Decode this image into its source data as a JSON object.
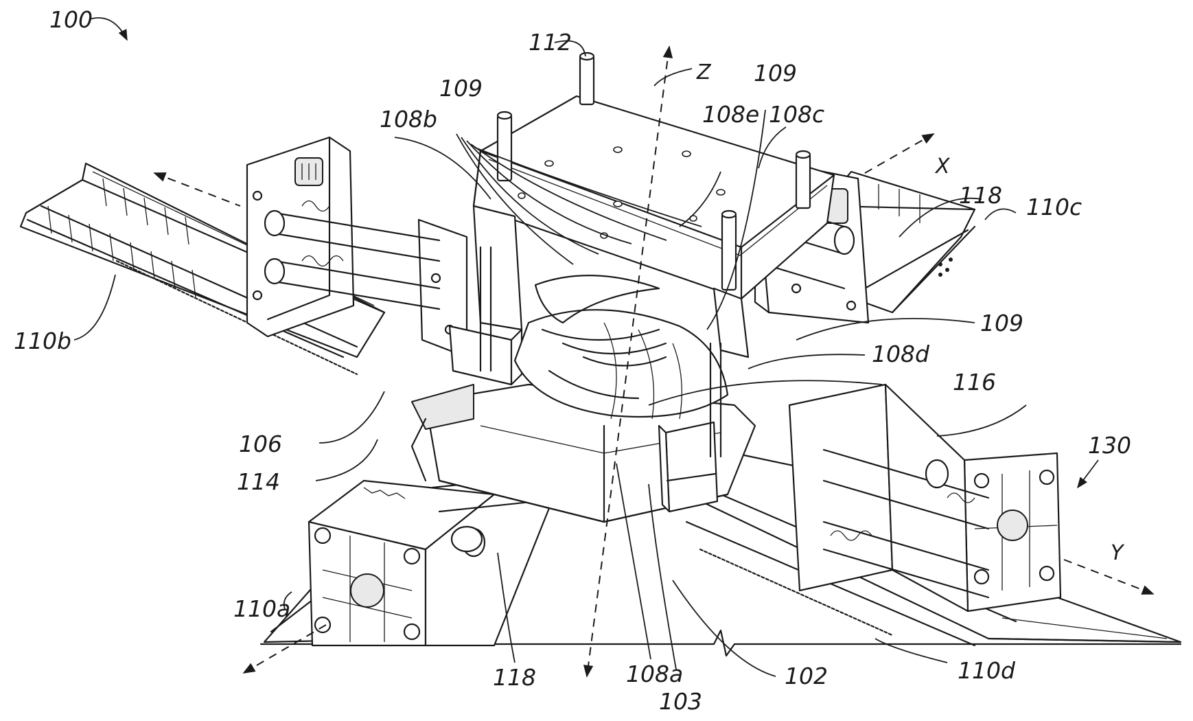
{
  "figure": {
    "ref_main": "100",
    "labels": {
      "l112": "112",
      "l109_top_left": "109",
      "l109_top_right": "109",
      "l109_right": "109",
      "l108b": "108b",
      "l108e": "108e",
      "l108c": "108c",
      "l108d": "108d",
      "l108a": "108a",
      "l110a": "110a",
      "l110b": "110b",
      "l110c": "110c",
      "l110d": "110d",
      "l118_top": "118",
      "l118_bottom": "118",
      "l116": "116",
      "l130": "130",
      "l106": "106",
      "l114": "114",
      "l103": "103",
      "l102": "102"
    },
    "axes": {
      "x": "X",
      "y": "Y",
      "z": "Z"
    }
  }
}
